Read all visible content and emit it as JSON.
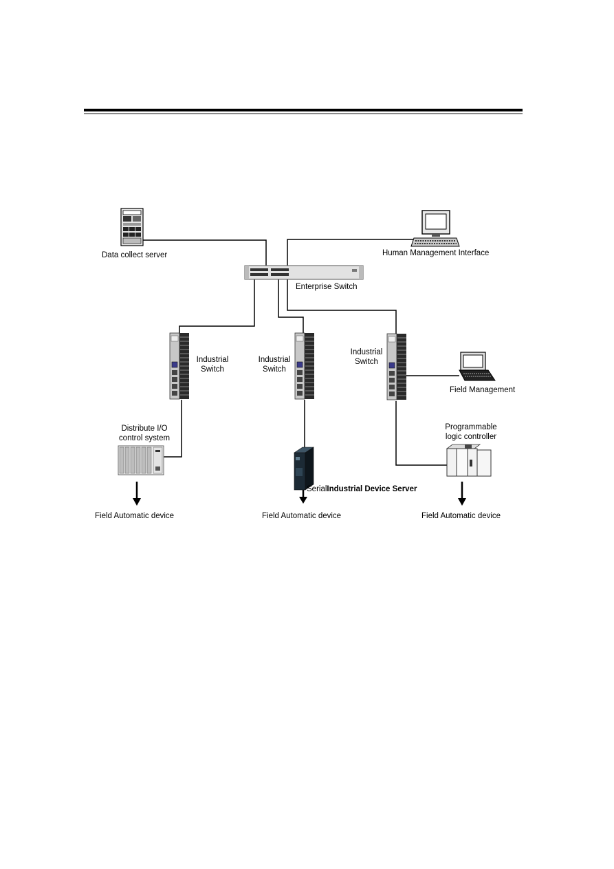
{
  "labels": {
    "data_collect_server": "Data collect server",
    "human_management_interface": "Human Management Interface",
    "enterprise_switch": "Enterprise Switch",
    "industrial_switch_line1": "Industrial",
    "industrial_switch_line2": "Switch",
    "field_management": "Field Management",
    "distribute_io_line1": "Distribute I/O",
    "distribute_io_line2": "control system",
    "plc_line1": "Programmable",
    "plc_line2": "logic controller",
    "serial_prefix": "Serial",
    "serial_device_server": "Industrial Device Server",
    "field_automatic_device": "Field Automatic device"
  },
  "colors": {
    "line": "#000000",
    "device_gray": "#d8d8d8",
    "device_dark": "#1c2a35",
    "port_blue": "#3a3a8a"
  },
  "icons": [
    "server-icon",
    "desktop-computer-icon",
    "rack-switch-icon",
    "din-rail-switch-icon",
    "laptop-icon",
    "io-module-icon",
    "plc-icon",
    "serial-device-server-icon",
    "down-arrow-icon"
  ]
}
